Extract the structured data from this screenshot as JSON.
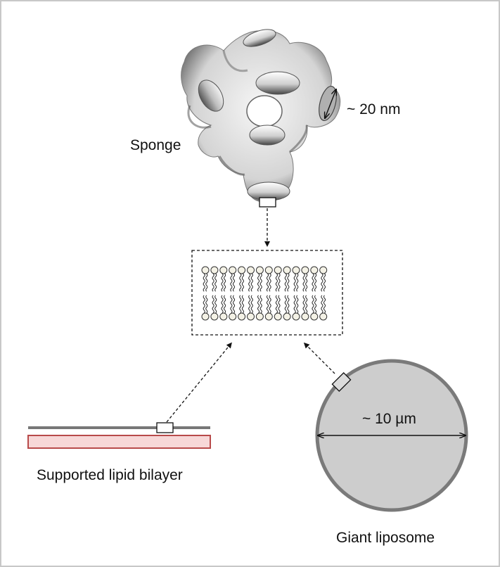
{
  "labels": {
    "sponge": "Sponge",
    "sponge_size": "~ 20 nm",
    "supported_bilayer": "Supported lipid bilayer",
    "liposome_size": "~ 10 µm",
    "giant_liposome": "Giant liposome"
  },
  "bilayer_zoom": {
    "lipids_per_leaflet": 14
  },
  "colors": {
    "frame": "#c8c8c8",
    "sponge_dark": "#3a3a3a",
    "sponge_light": "#f2f2f2",
    "liposome_fill": "#cdcdcd",
    "liposome_stroke": "#7a7a7a",
    "support_fill": "#f7d7d7",
    "support_stroke": "#b84a4a",
    "bilayer_line": "#777777",
    "headgroup_fill": "#f4f2e6",
    "arrow": "#111111"
  }
}
